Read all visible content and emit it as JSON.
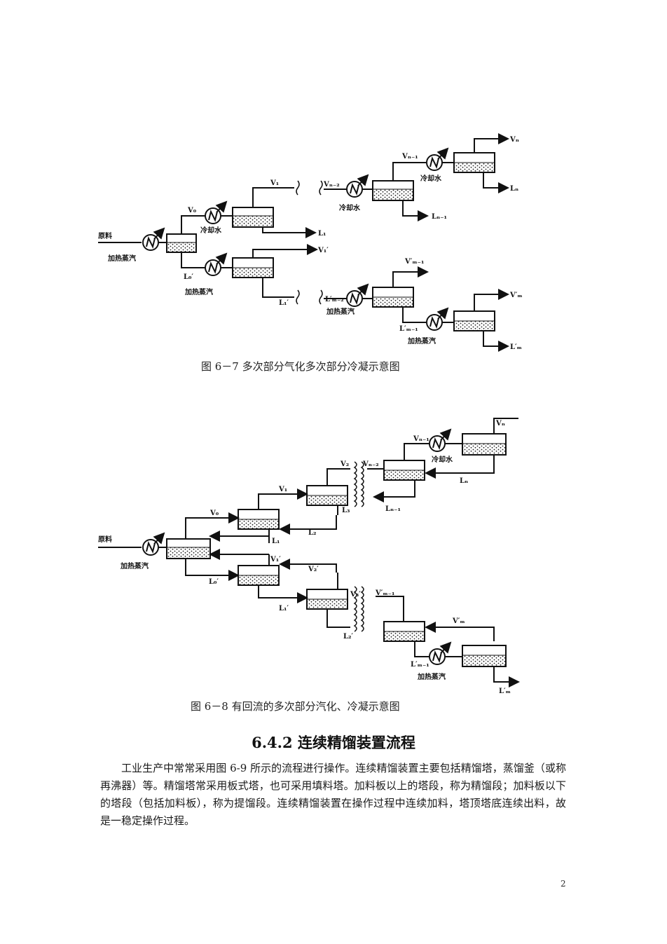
{
  "figure_6_7": {
    "caption": "图 6－7  多次部分气化多次部分冷凝示意图",
    "labels": {
      "feed": "原料",
      "heating_steam": "加热蒸汽",
      "cooling_water": "冷却水",
      "v0": "V₀",
      "v1": "V₁",
      "v1p": "V₁′",
      "vn2": "Vₙ₋₂",
      "vn1": "Vₙ₋₁",
      "vn": "Vₙ",
      "l1": "L₁",
      "ln1": "Lₙ₋₁",
      "ln": "Lₙ",
      "l0p": "L₀′",
      "l1p": "L₁′",
      "lm2p": "L′ₘ₋₂",
      "lm1p": "L′ₘ₋₁",
      "lmp": "L′ₘ",
      "vm1p": "V′ₘ₋₁",
      "vmp": "V′ₘ"
    }
  },
  "figure_6_8": {
    "caption": "图 6－8 有回流的多次部分汽化、冷凝示意图",
    "labels": {
      "feed": "原料",
      "heating_steam": "加热蒸汽",
      "cooling_water": "冷却水",
      "v0": "V₀",
      "v1": "V₁",
      "v2": "V₂",
      "vn2": "Vₙ₋₂",
      "vn1": "Vₙ₋₁",
      "vn": "Vₙ",
      "l1": "L₁",
      "l2": "L₂",
      "l3": "L₃",
      "ln1": "Lₙ₋₁",
      "ln": "Lₙ",
      "v1p": "V₁′",
      "v2p": "V₂′",
      "v3p": "V₃′",
      "vm1p": "V′ₘ₋₁",
      "vmp": "V′ₘ",
      "l0p": "L₀′",
      "l1p": "L₁′",
      "l2p": "L₂′",
      "lm1p": "L′ₘ₋₁",
      "lmp": "L′ₘ"
    }
  },
  "section": {
    "heading": "6.4.2  连续精馏装置流程",
    "paragraph": "工业生产中常常采用图 6-9 所示的流程进行操作。连续精馏装置主要包括精馏塔，蒸馏釜（或称再沸器）等。精馏塔常采用板式塔，也可采用填料塔。加料板以上的塔段，称为精馏段；加料板以下的塔段（包括加料板），称为提馏段。连续精馏装置在操作过程中连续加料，塔顶塔底连续出料，故是一稳定操作过程。"
  },
  "page_number": "2"
}
